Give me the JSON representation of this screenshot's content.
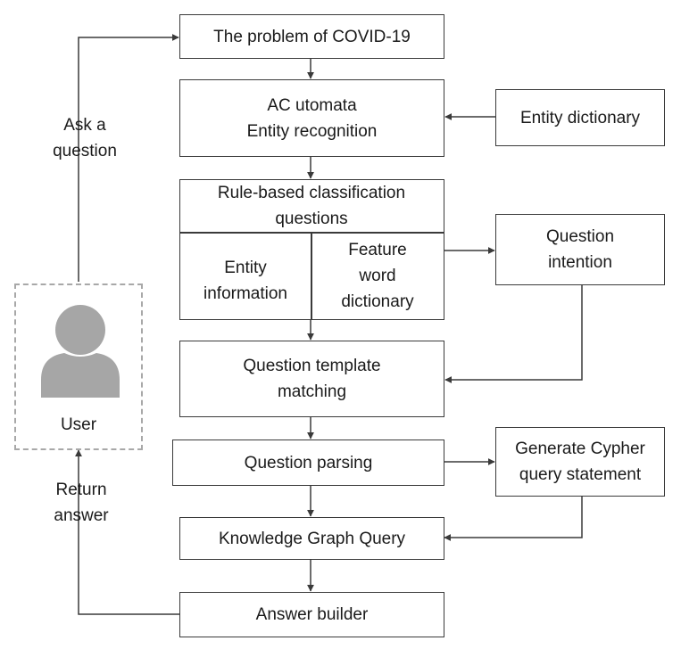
{
  "diagram": {
    "nodes": {
      "problem": "The problem of COVID-19",
      "ac": "AC utomata\nEntity recognition",
      "entity_dict": "Entity dictionary",
      "rule_title": "Rule-based classification\nquestions",
      "entity_info": "Entity\ninformation",
      "feature_dict": "Feature\nword\ndictionary",
      "intention": "Question\nintention",
      "template": "Question template\nmatching",
      "parsing": "Question parsing",
      "cypher": "Generate Cypher\nquery statement",
      "kg_query": "Knowledge Graph Query",
      "answer": "Answer builder",
      "user": "User"
    },
    "edge_labels": {
      "ask": "Ask a\nquestion",
      "return": "Return\nanswer"
    },
    "colors": {
      "line": "#3a3a3a",
      "user_icon": "#a6a6a6",
      "dashed_border": "#a8a8a8"
    },
    "icons": [
      "user-icon"
    ]
  }
}
